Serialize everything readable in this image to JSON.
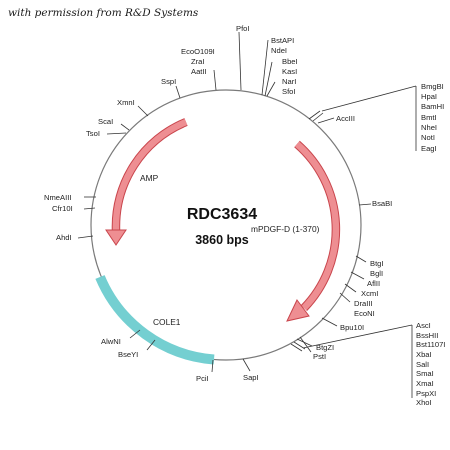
{
  "credit": "with permission from R&D Systems",
  "plasmid": {
    "name": "RDC3634",
    "size": "3860 bps"
  },
  "features": [
    {
      "id": "amp",
      "label": "AMP",
      "type": "arrow",
      "color": "#e8737a"
    },
    {
      "id": "pdgf",
      "label": "mPDGF-D (1-370)",
      "type": "arrow",
      "color": "#e8737a"
    },
    {
      "id": "cole1",
      "label": "COLE1",
      "type": "block",
      "color": "#74cfd1"
    }
  ],
  "sites": [
    {
      "id": "pfol",
      "label": "PfoI"
    },
    {
      "id": "eco",
      "labels": [
        "EcoO109I",
        "ZraI",
        "AatII"
      ]
    },
    {
      "id": "sspl",
      "label": "SspI"
    },
    {
      "id": "xmnl",
      "label": "XmnI"
    },
    {
      "id": "scal",
      "label": "ScaI"
    },
    {
      "id": "tsol",
      "label": "TsoI"
    },
    {
      "id": "nme",
      "labels": [
        "NmeAIII",
        "Cfr10I"
      ]
    },
    {
      "id": "ahdl",
      "label": "AhdI"
    },
    {
      "id": "alwnl",
      "label": "AlwNI"
    },
    {
      "id": "bseyl",
      "label": "BseYI"
    },
    {
      "id": "pcil",
      "label": "PciI"
    },
    {
      "id": "sapl",
      "label": "SapI"
    },
    {
      "id": "bst",
      "labels": [
        "BstAPI",
        "NdeI",
        "BbeI",
        "KasI",
        "NarI",
        "SfoI"
      ]
    },
    {
      "id": "accIII",
      "label": "AccIII"
    },
    {
      "id": "bmg",
      "labels": [
        "BmgBI",
        "HpaI",
        "BamHI",
        "BmtI",
        "NheI",
        "NotI",
        "EagI"
      ]
    },
    {
      "id": "bsabl",
      "label": "BsaBI"
    },
    {
      "id": "mid",
      "labels": [
        "BtgI",
        "BglI",
        "AflII",
        "XcmI",
        "DraIII",
        "EcoNI"
      ]
    },
    {
      "id": "bpu",
      "label": "Bpu10I"
    },
    {
      "id": "btgzi",
      "labels": [
        "BtgZI",
        "PstI"
      ]
    },
    {
      "id": "ascl",
      "labels": [
        "AscI",
        "BssHII",
        "Bst1107I",
        "XbaI",
        "SalI",
        "SmaI",
        "XmaI",
        "PspXI",
        "XhoI"
      ]
    }
  ]
}
